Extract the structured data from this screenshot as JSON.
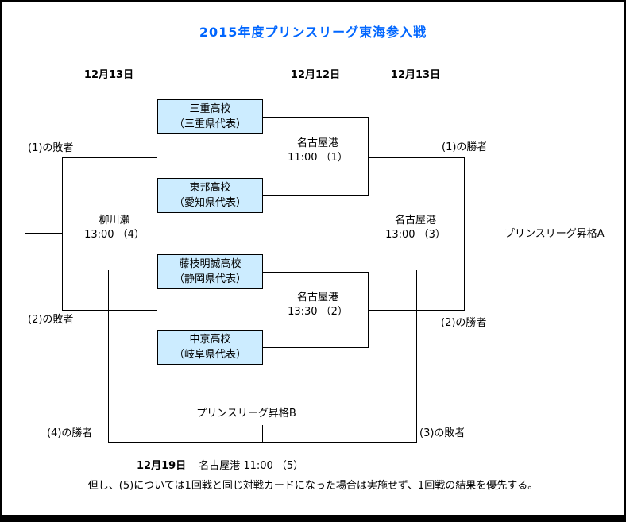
{
  "colors": {
    "title_blue": "#0066FF",
    "team_box_fill": "#CCECFF",
    "line_black": "#000000"
  },
  "header": {
    "title": "2015年度プリンスリーグ東海参入戦",
    "dates": {
      "left": "12月13日",
      "middle": "12月12日",
      "right": "12月13日"
    }
  },
  "teams": [
    {
      "name": "三重高校",
      "rep": "（三重県代表）"
    },
    {
      "name": "東邦高校",
      "rep": "（愛知県代表）"
    },
    {
      "name": "藤枝明誠高校",
      "rep": "（静岡県代表）"
    },
    {
      "name": "中京高校",
      "rep": "（岐阜県代表）"
    }
  ],
  "matches": {
    "m1": {
      "venue": "名古屋港",
      "time": "11:00 （1）"
    },
    "m2": {
      "venue": "名古屋港",
      "time": "13:30 （2）"
    },
    "m3": {
      "venue": "名古屋港",
      "time": "13:00 （3）"
    },
    "m4": {
      "venue": "柳川瀬",
      "time": "13:00 （4）"
    }
  },
  "labels": {
    "loser1": "(1)の敗者",
    "loser2": "(2)の敗者",
    "loser3": "(3)の敗者",
    "winner1": "(1)の勝者",
    "winner2": "(2)の勝者",
    "winner4": "(4)の勝者",
    "promotion_a": "プリンスリーグ昇格A",
    "promotion_b": "プリンスリーグ昇格B"
  },
  "footer": {
    "match5_date": "12月19日",
    "match5_info": "名古屋港 11:00 （5）",
    "note": "但し、(5)については1回戦と同じ対戦カードになった場合は実施せず、1回戦の結果を優先する。"
  }
}
